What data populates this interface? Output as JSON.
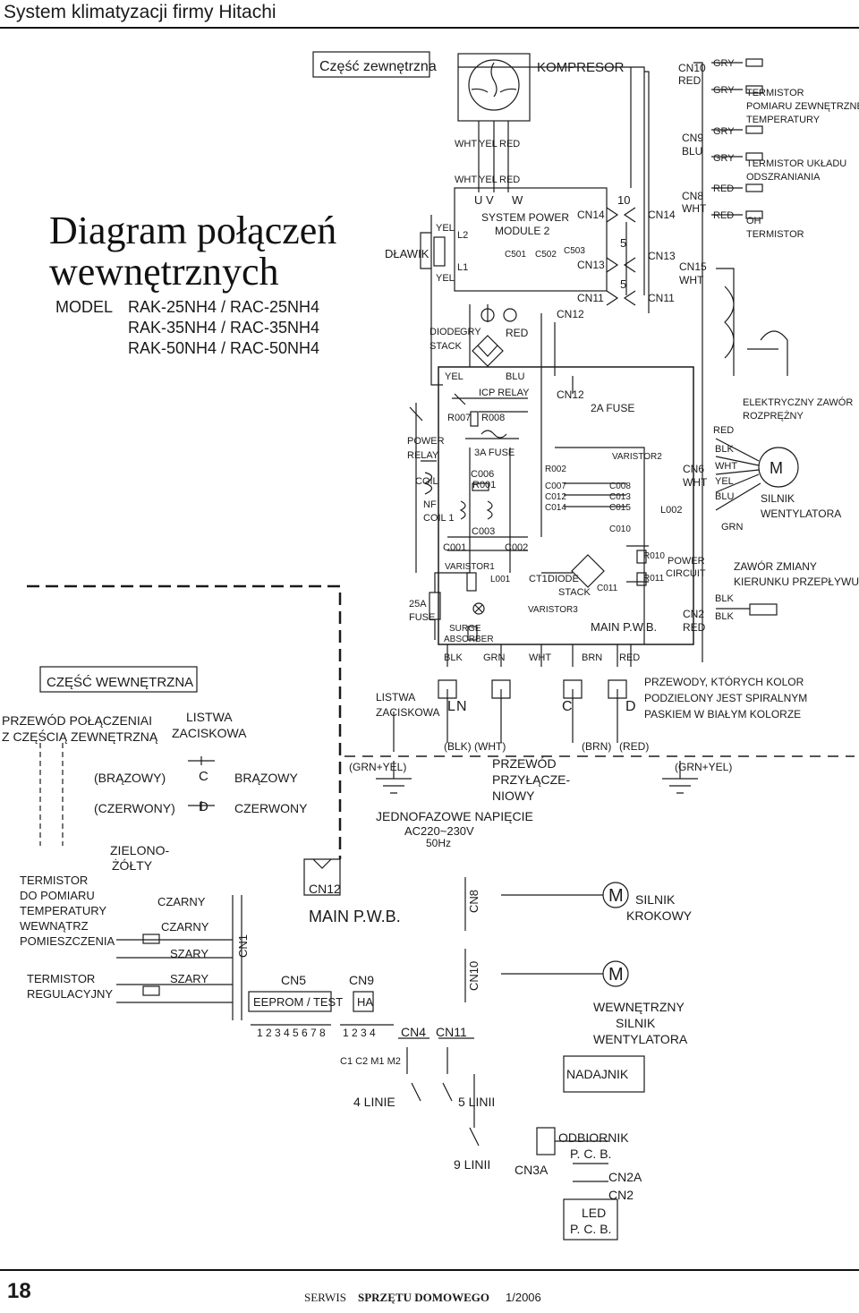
{
  "header": {
    "running_title": "System klimatyzacji firmy Hitachi"
  },
  "title": {
    "line1": "Diagram połączeń",
    "line2": "wewnętrznych",
    "model_label": "MODEL",
    "models": [
      "RAK-25NH4 / RAC-25NH4",
      "RAK-35NH4 / RAC-35NH4",
      "RAK-50NH4 / RAC-50NH4"
    ]
  },
  "outdoor": {
    "section_label": "Część zewnętrzna",
    "compressor": "KOMPRESOR",
    "dlawik": "DŁAWIK",
    "power_module": [
      "SYSTEM POWER",
      "MODULE 2"
    ],
    "uvw": [
      "U V",
      "W"
    ],
    "wire_colors_top": [
      "WHT",
      "YEL",
      "RED"
    ],
    "wire_colors_mid": [
      "WHT",
      "YEL",
      "RED"
    ],
    "l_labels": [
      "L2",
      "L1"
    ],
    "yel_labels": [
      "YEL",
      "YEL"
    ],
    "caps": [
      "C501",
      "C502",
      "C503"
    ],
    "diode_stack": [
      "DIODE",
      "STACK"
    ],
    "gry": "GRY",
    "red": "RED",
    "yel": "YEL",
    "blu": "BLU",
    "icp_relay": "ICP RELAY",
    "r007": "R007",
    "r008": "R008",
    "power_relay": [
      "POWER",
      "RELAY"
    ],
    "fuse3a": "3A FUSE",
    "c006": "C006",
    "r001": "R001",
    "coil": "COIL",
    "nf_coil": [
      "NF",
      "COIL 1"
    ],
    "c003": "C003",
    "c001": "C001",
    "c002": "C002",
    "varistor1": "VARISTOR1",
    "l001": "L001",
    "fuse25a": [
      "25A",
      "FUSE"
    ],
    "surge": [
      "SURGE",
      "ABSORBER"
    ],
    "ct1": "CT1",
    "diode_stack2": [
      "DIODE",
      "STACK"
    ],
    "varistor3": "VARISTOR3",
    "r002": "R002",
    "caps_left": [
      "C007",
      "C012",
      "C014"
    ],
    "caps_right": [
      "C008",
      "C013",
      "C015"
    ],
    "varistor2": "VARISTOR2",
    "c010": "C010",
    "c011": "C011",
    "r010": "R010",
    "r011": "R011",
    "fuse2a": "2A FUSE",
    "main_pwb": "MAIN  P.W.B.",
    "power_circuit": [
      "POWER",
      "CIRCUIT"
    ],
    "l002": "L002",
    "cn_labels": {
      "cn14a": "CN14",
      "cn13a": "CN13",
      "cn11a": "CN11",
      "cn12a": "CN12",
      "cn12b": "CN12",
      "cn14b": "CN14",
      "cn13b": "CN13",
      "cn11b": "CN11"
    },
    "num_10": "10",
    "num_5a": "5",
    "num_5b": "5",
    "cn10": [
      "CN10",
      "RED"
    ],
    "cn9": [
      "CN9",
      "BLU"
    ],
    "cn8": [
      "CN8",
      "WHT"
    ],
    "cn15": [
      "CN15",
      "WHT"
    ],
    "cn6": [
      "CN6",
      "WHT"
    ],
    "cn2": [
      "CN2",
      "RED"
    ],
    "gry_list": [
      "GRY",
      "GRY",
      "GRY",
      "GRY"
    ],
    "red_list": [
      "RED",
      "RED"
    ],
    "term_outdoor": [
      "TERMISTOR",
      "POMIARU ZEWNĘTRZNEJ",
      "TEMPERATURY"
    ],
    "term_system": [
      "TERMISTOR UKŁADU",
      "ODSZRANIANIA"
    ],
    "oh_term": [
      "OH",
      "TERMISTOR"
    ],
    "valve": [
      "ELEKTRYCZNY ZAWÓR",
      "ROZPRĘŻNY"
    ],
    "fan_wires": [
      "RED",
      "BLK",
      "WHT",
      "YEL",
      "BLU",
      "GRN"
    ],
    "fan_motor": [
      "SILNIK",
      "WENTYLATORA"
    ],
    "m": "M",
    "reverse_valve": [
      "ZAWÓR ZMIANY",
      "KIERUNKU PRZEPŁYWU"
    ],
    "blk_pair": [
      "BLK",
      "BLK"
    ],
    "bottom_wires": [
      "BLK",
      "GRN",
      "WHT",
      "BRN",
      "RED"
    ],
    "spiral_note": [
      "PRZEWODY, KTÓRYCH KOLOR",
      "PODZIELONY JEST SPIRALNYM",
      "PASKIEM W BIAŁYM KOLORZE"
    ]
  },
  "terminal": {
    "listwa": [
      "LISTWA",
      "ZACISKOWA"
    ],
    "terms": [
      "L",
      "N",
      "C",
      "D"
    ],
    "wire_labels": [
      "(BLK)",
      "(WHT)",
      "(BRN)",
      "(RED)"
    ],
    "grn_yel_left": "(GRN+YEL)",
    "grn_yel_right": "(GRN+YEL)",
    "connecting_wire": [
      "PRZEWÓD",
      "PRZYŁĄCZE-",
      "NIOWY"
    ],
    "power": [
      "JEDNOFAZOWE NAPIĘCIE",
      "AC220~230V",
      "50Hz"
    ]
  },
  "indoor": {
    "section_label": "CZĘŚĆ WEWNĘTRZNA",
    "connection_cable": [
      "PRZEWÓD POŁĄCZENIAI",
      "Z CZĘŚCIĄ ZEWNĘTRZNĄ"
    ],
    "listwa": [
      "LISTWA",
      "ZACISKOWA"
    ],
    "brown_paren": "(BRĄZOWY)",
    "red_paren": "(CZERWONY)",
    "c": "C",
    "d": "D",
    "brown": "BRĄZOWY",
    "red": "CZERWONY",
    "green_yellow": [
      "ZIELONO-",
      "ŻÓŁTY"
    ],
    "room_term": [
      "TERMISTOR",
      "DO POMIARU",
      "TEMPERATURY",
      "WEWNĄTRZ",
      "POMIESZCZENIA"
    ],
    "reg_term": [
      "TERMISTOR",
      "REGULACYJNY"
    ],
    "term_wires": [
      "CZARNY",
      "CZARNY",
      "SZARY",
      "SZARY"
    ],
    "cn1": "CN1",
    "cn12": "CN12",
    "main_pwb": "MAIN  P.W.B.",
    "cn5": "CN5",
    "eeprom": "EEPROM / TEST",
    "cn9": "CN9",
    "ha": "HA",
    "eeprom_pins": "1 2 3 4 5 6 7 8",
    "ha_pins": "1  2  3  4",
    "ha_pin_names": "C1  C2  M1  M2",
    "cn8": "CN8",
    "cn10": "CN10",
    "cn4": "CN4",
    "cn11": "CN11",
    "stepper": [
      "SILNIK",
      "KROKOWY"
    ],
    "indoor_fan": [
      "WEWNĘTRZNY",
      "SILNIK",
      "WENTYLATORA"
    ],
    "m": "M",
    "lines4": "4 LINIE",
    "lines5": "5 LINII",
    "lines9": "9 LINII",
    "transmitter": "NADAJNIK",
    "receiver": [
      "ODBIORNIK",
      "P. C. B."
    ],
    "cn3a": "CN3A",
    "cn2a": "CN2A",
    "cn2": "CN2",
    "led": [
      "LED",
      "P. C. B."
    ]
  },
  "footer": {
    "page": "18",
    "magazine_a": "SERWIS ",
    "magazine_b": "SPRZĘTU DOMOWEGO",
    "issue": "1/2006"
  }
}
